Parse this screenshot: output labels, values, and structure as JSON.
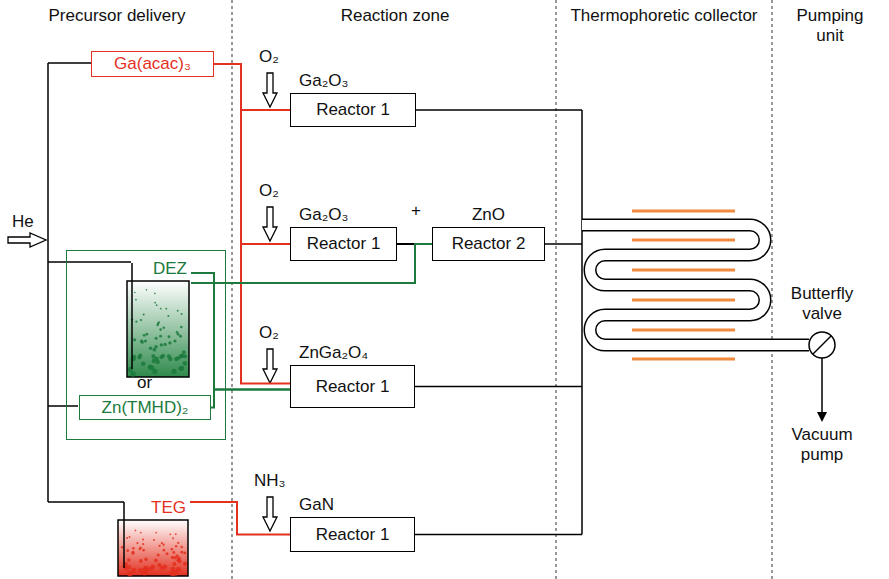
{
  "diagram": {
    "nodes": [
      {
        "text": [
          "Ga(acac)₃"
        ]
      },
      {
        "text": [
          "Ga₂O₃",
          "Reactor 1"
        ]
      },
      {
        "text": [
          "or"
        ]
      },
      {
        "text": [
          "DEZ"
        ],
        "in": 2
      },
      {
        "text": [
          "Zn(TMHD)₂"
        ],
        "in": 2
      },
      {
        "text": [
          "Ga₂O₃",
          "Reactor 1"
        ]
      },
      {
        "text": [
          "ZnO",
          "Reactor 2"
        ]
      },
      {
        "text": [
          "ZnGa₂O₄",
          "Reactor 1"
        ]
      },
      {
        "text": [
          "TEG"
        ]
      },
      {
        "text": [
          "GaN",
          "Reactor 1"
        ]
      }
    ],
    "edges": [
      {
        "from": 0,
        "to": 1,
        "arrow": "none"
      },
      {
        "from": 0,
        "to": 5,
        "arrow": "none"
      },
      {
        "from": 0,
        "to": 7,
        "arrow": "none"
      },
      {
        "from": 5,
        "to": 6,
        "arrow": "none"
      },
      {
        "from": 3,
        "to": 6,
        "arrow": "none"
      },
      {
        "from": 3,
        "to": 7,
        "arrow": "none"
      },
      {
        "from": 4,
        "to": 7,
        "arrow": "none"
      },
      {
        "from": 8,
        "to": 9,
        "arrow": "none"
      }
    ],
    "labels": [
      "Precursor delivery",
      "Reaction zone",
      "Thermophoretic collector",
      "Pumping unit",
      "He",
      "O₂",
      "O₂",
      "O₂",
      "NH₃",
      "+",
      "Butterfly valve",
      "Vacuum pump"
    ]
  }
}
